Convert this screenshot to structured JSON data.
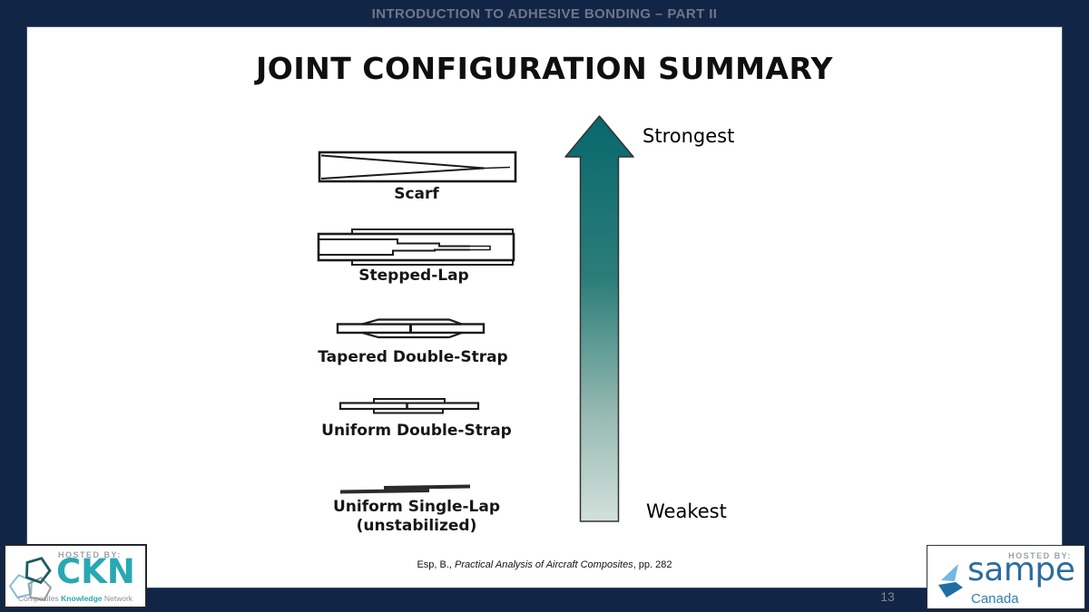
{
  "slide": {
    "header": "INTRODUCTION TO ADHESIVE BONDING – PART II",
    "title": "JOINT CONFIGURATION SUMMARY",
    "page_number": "13",
    "colors": {
      "frame_navy": "#112546",
      "header_text": "#6e7787"
    }
  },
  "diagram": {
    "joints": [
      {
        "label": "Scarf"
      },
      {
        "label": "Stepped-Lap"
      },
      {
        "label": "Tapered Double-Strap"
      },
      {
        "label": "Uniform Double-Strap"
      },
      {
        "label": "Uniform Single-Lap",
        "sublabel": "(unstabilized)"
      }
    ],
    "arrow": {
      "top_label": "Strongest",
      "bottom_label": "Weakest",
      "color_top": "#07686c",
      "color_bottom": "#d3e0dc"
    }
  },
  "citation": {
    "prefix": "Esp, B., ",
    "title_italic": "Practical Analysis of Aircraft Composites",
    "suffix": ", pp. 282"
  },
  "logos": {
    "ckn": {
      "hosted_by": "HOSTED BY:",
      "acronym": "CKN",
      "tagline_composites": "Composites ",
      "tagline_knowledge": "Knowledge",
      "tagline_network": " Network",
      "teal": "#29a8b2"
    },
    "sampe": {
      "hosted_by": "HOSTED BY:",
      "name": "sampe",
      "region": "Canada",
      "blue": "#2b6d9e"
    }
  }
}
